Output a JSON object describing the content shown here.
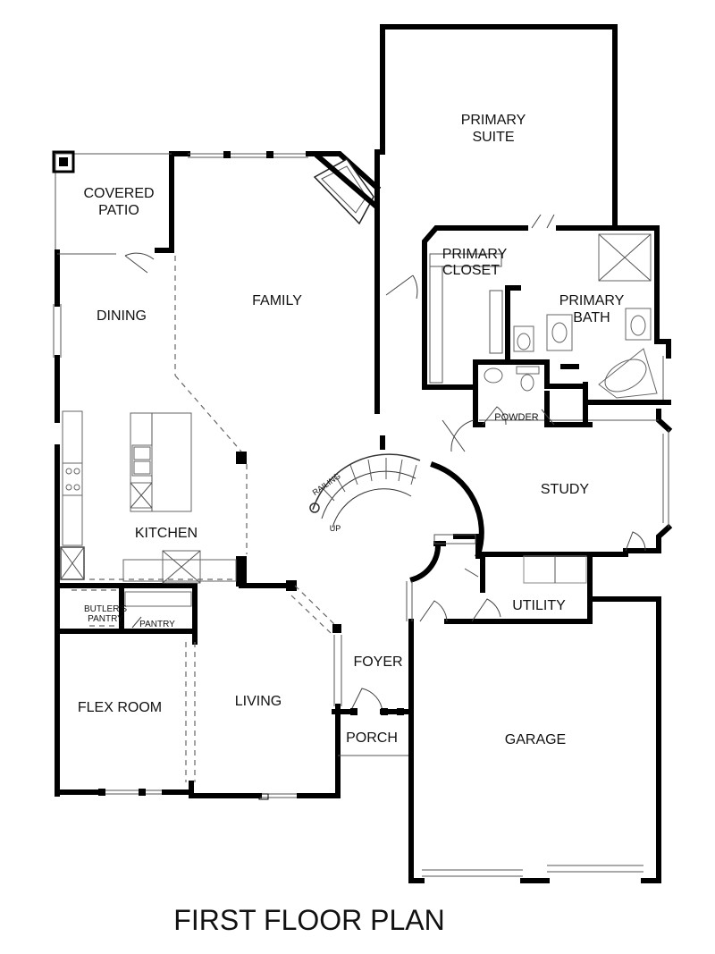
{
  "plan": {
    "title": "FIRST FLOOR PLAN",
    "rooms": {
      "covered_patio_1": "COVERED",
      "covered_patio_2": "PATIO",
      "dining": "DINING",
      "family": "FAMILY",
      "primary_suite_1": "PRIMARY",
      "primary_suite_2": "SUITE",
      "primary_closet_1": "PRIMARY",
      "primary_closet_2": "CLOSET",
      "primary_bath_1": "PRIMARY",
      "primary_bath_2": "BATH",
      "powder": "POWDER",
      "study": "STUDY",
      "kitchen": "KITCHEN",
      "railing": "RAILING",
      "up": "UP",
      "butlers_pantry_1": "BUTLER'S",
      "butlers_pantry_2": "PANTRY",
      "pantry": "PANTRY",
      "utility": "UTILITY",
      "foyer": "FOYER",
      "flex_room": "FLEX ROOM",
      "living": "LIVING",
      "porch": "PORCH",
      "garage": "GARAGE"
    }
  }
}
